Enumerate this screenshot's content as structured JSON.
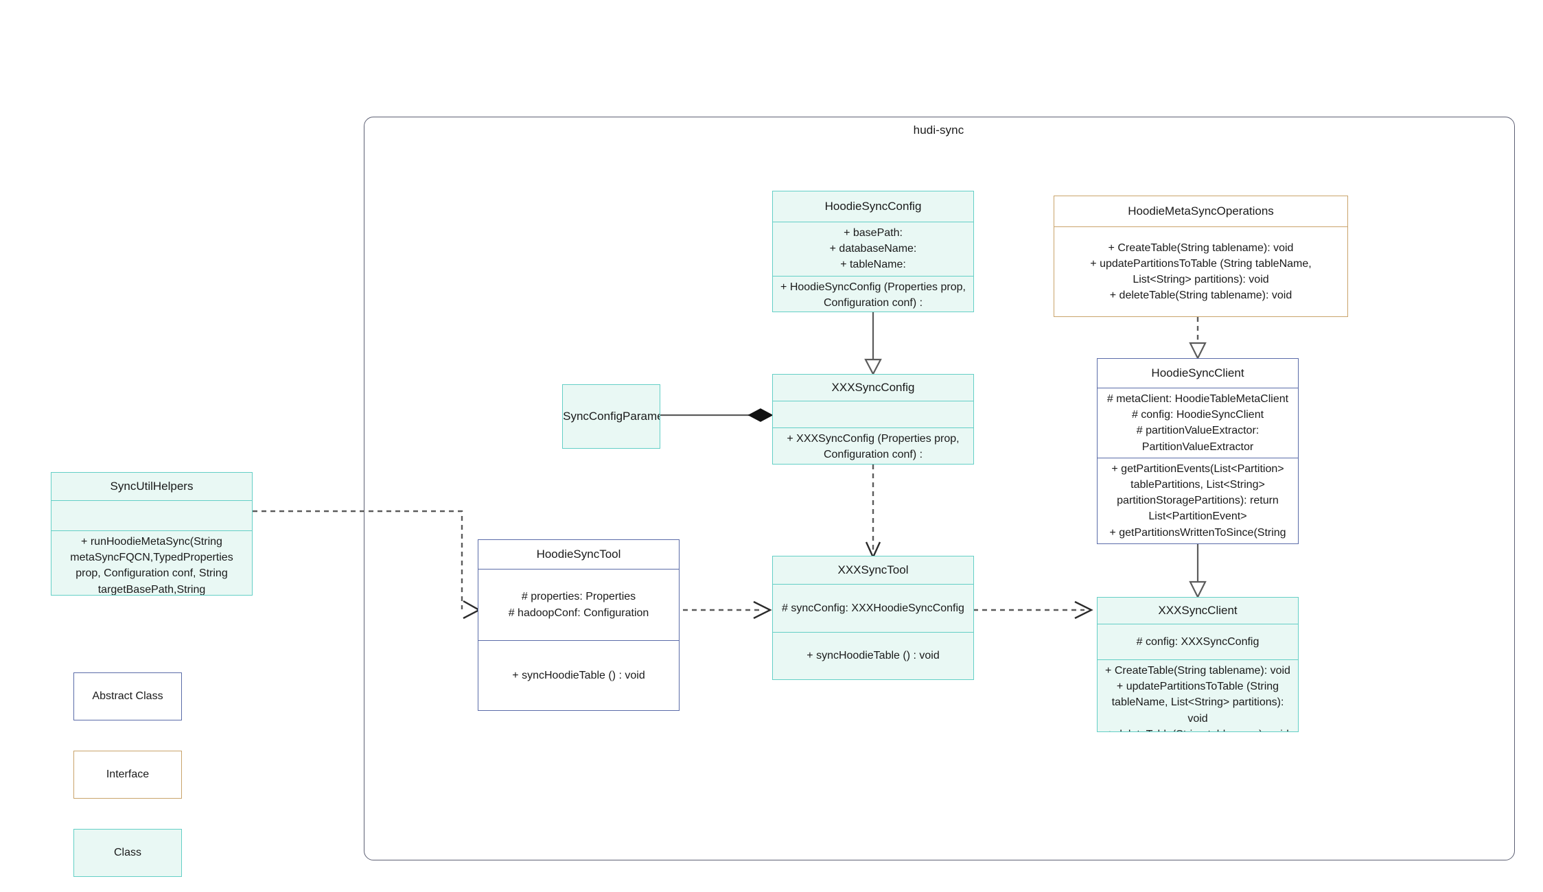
{
  "diagram": {
    "kind": "uml-class-diagram",
    "package_title": "hudi-sync"
  },
  "classes": {
    "hoodie_sync_config": {
      "name": "HoodieSyncConfig",
      "stereotype": "class",
      "attributes": "+   basePath:\n+   databaseName:\n+   tableName:",
      "operations": "+   HoodieSyncConfig (Properties prop, Configuration conf) : HoodieSyncConfig"
    },
    "hoodie_meta_sync_operations": {
      "name": "HoodieMetaSyncOperations",
      "stereotype": "interface",
      "operations": "+   CreateTable(String tablename): void\n+   updatePartitionsToTable (String tableName, List<String> partitions): void\n+   deleteTable(String tablename): void"
    },
    "hoodie_sync_client": {
      "name": "HoodieSyncClient",
      "stereotype": "abstract",
      "attributes": "#   metaClient: HoodieTableMetaClient\n#   config: HoodieSyncClient\n#   partitionValueExtractor: PartitionValueExtractor",
      "operations": "+   getPartitionEvents(List<Partition> tablePartitions, List<String> partitionStoragePartitions): return List<PartitionEvent>\n+   getPartitionsWrittenToSince(String lastCommitTime) : List<String>"
    },
    "xxx_sync_config": {
      "name": "XXXSyncConfig",
      "stereotype": "class",
      "attributes": "",
      "operations": "+   XXXSyncConfig (Properties prop, Configuration conf) : HoodieSyncConfig"
    },
    "xxx_sync_config_parameters": {
      "name": "XXXSyncConfigParameters",
      "stereotype": "class"
    },
    "sync_util_helpers": {
      "name": "SyncUtilHelpers",
      "stereotype": "class",
      "attributes": "",
      "operations": "+     runHoodieMetaSync(String metaSyncFQCN,TypedProperties prop, Configuration conf, String targetBasePath,String baseFileFormat): void"
    },
    "hoodie_sync_tool": {
      "name": "HoodieSyncTool",
      "stereotype": "abstract",
      "attributes": "#   properties: Properties\n#   hadoopConf: Configuration",
      "operations": "+   syncHoodieTable () : void"
    },
    "xxx_sync_tool": {
      "name": "XXXSyncTool",
      "stereotype": "class",
      "attributes": "#   syncConfig: XXXHoodieSyncConfig",
      "operations": "+   syncHoodieTable () : void"
    },
    "xxx_sync_client": {
      "name": "XXXSyncClient",
      "stereotype": "class",
      "attributes": "#   config: XXXSyncConfig",
      "operations": "+   CreateTable(String tablename): void\n+   updatePartitionsToTable (String tableName, List<String> partitions): void\n+   deleteTable(String tablename): void"
    }
  },
  "legend": {
    "abstract": "Abstract Class",
    "interface": "Interface",
    "class": "Class"
  },
  "colors": {
    "class_fill": "#e9f8f4",
    "class_border": "#63cfc6",
    "abstract_border": "#5a6ba8",
    "interface_border": "#c9a36a",
    "package_border": "#5c5f73",
    "edge": "#5b5b5b"
  },
  "relationships": [
    {
      "from": "HoodieSyncConfig",
      "to": "XXXSyncConfig",
      "type": "generalization"
    },
    {
      "from": "HoodieMetaSyncOperations",
      "to": "HoodieSyncClient",
      "type": "realization"
    },
    {
      "from": "HoodieSyncClient",
      "to": "XXXSyncClient",
      "type": "generalization"
    },
    {
      "from": "XXXSyncConfigParameters",
      "to": "XXXSyncConfig",
      "type": "composition"
    },
    {
      "from": "XXXSyncConfig",
      "to": "XXXSyncTool",
      "type": "dependency"
    },
    {
      "from": "SyncUtilHelpers",
      "to": "HoodieSyncTool",
      "type": "dependency"
    },
    {
      "from": "HoodieSyncTool",
      "to": "XXXSyncTool",
      "type": "dependency"
    },
    {
      "from": "XXXSyncTool",
      "to": "XXXSyncClient",
      "type": "dependency"
    }
  ]
}
